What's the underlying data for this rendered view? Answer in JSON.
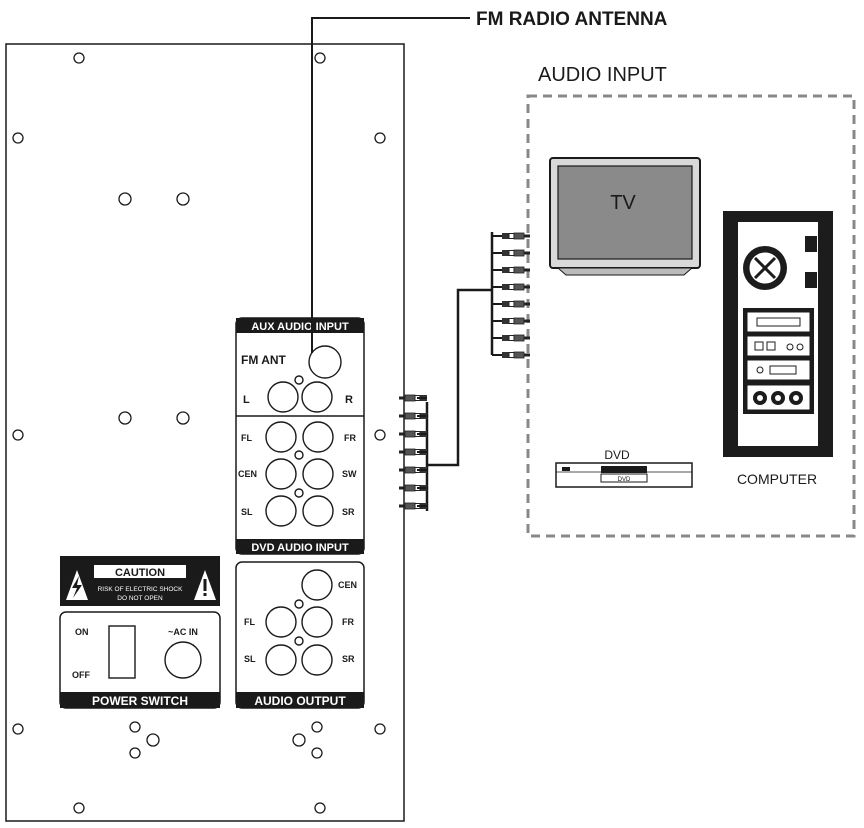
{
  "callouts": {
    "fm_antenna": "FM RADIO ANTENNA",
    "audio_input": "AUDIO INPUT"
  },
  "aux_panel": {
    "header": "AUX AUDIO INPUT",
    "fm_ant": "FM ANT",
    "left": "L",
    "right": "R"
  },
  "dvd_panel": {
    "footer": "DVD AUDIO INPUT",
    "fl": "FL",
    "fr": "FR",
    "cen": "CEN",
    "sw": "SW",
    "sl": "SL",
    "sr": "SR"
  },
  "output_panel": {
    "footer": "AUDIO OUTPUT",
    "cen": "CEN",
    "fl": "FL",
    "fr": "FR",
    "sl": "SL",
    "sr": "SR"
  },
  "caution": {
    "title": "CAUTION",
    "line1": "RISK OF ELECTRIC SHOCK",
    "line2": "DO NOT OPEN"
  },
  "power": {
    "on": "ON",
    "off": "OFF",
    "ac_in": "~AC IN",
    "footer": "POWER SWITCH"
  },
  "devices": {
    "tv": "TV",
    "dvd": "DVD",
    "dvd_tray": "DVD",
    "computer": "COMPUTER"
  },
  "colors": {
    "line": "#1a1a1a",
    "dashed_border": "#888888",
    "tv_screen": "#8a8a8a",
    "computer_body": "#1c1c1c"
  }
}
